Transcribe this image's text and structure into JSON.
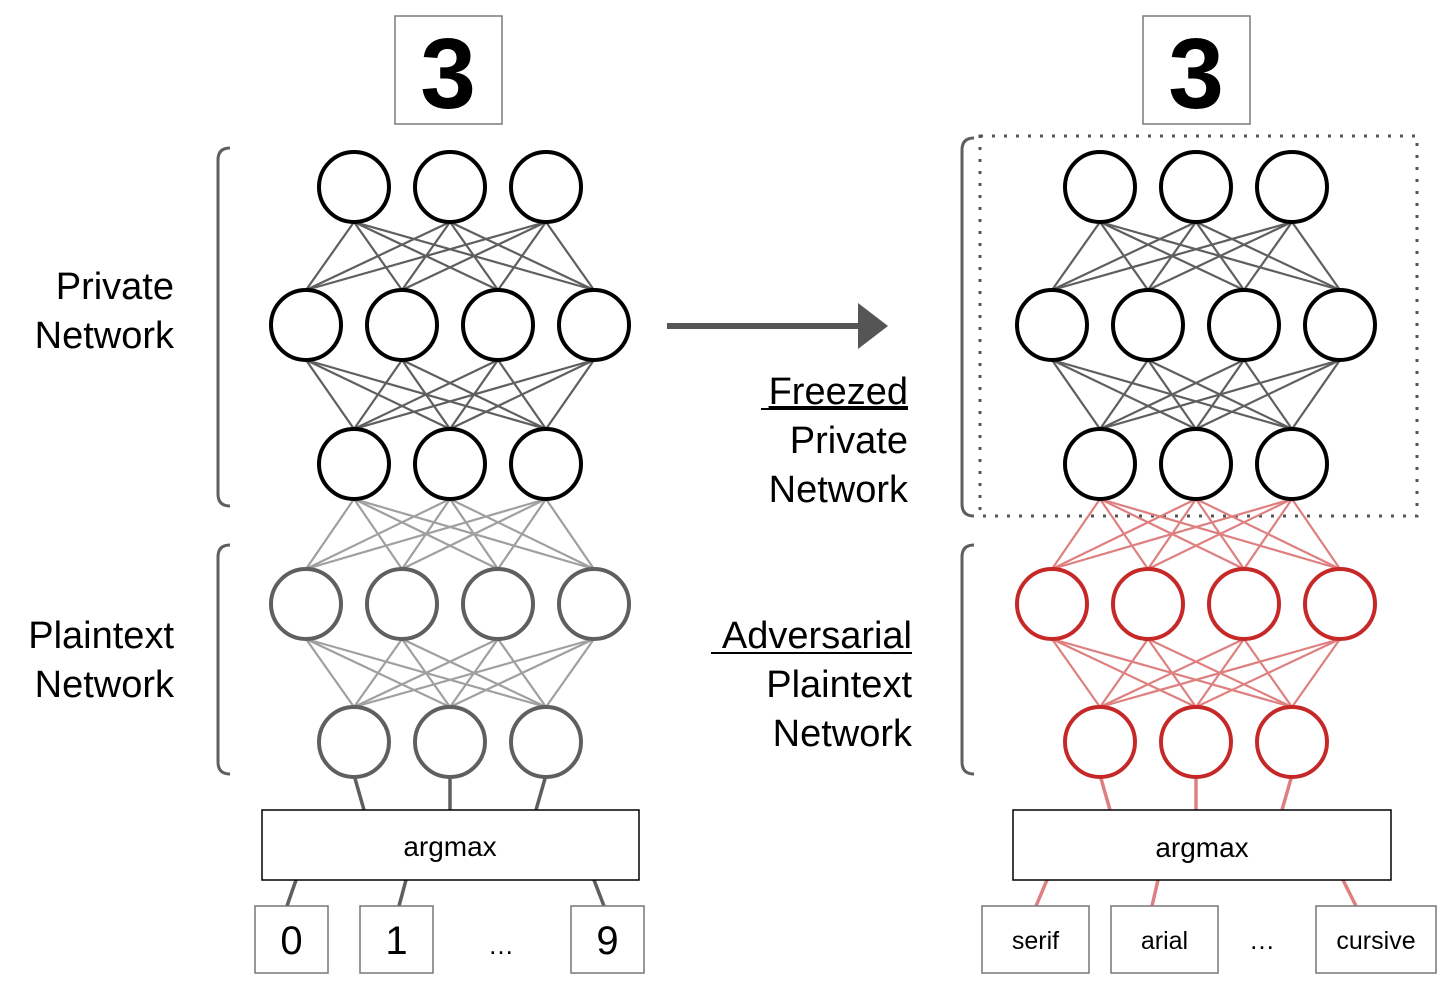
{
  "left": {
    "input_digit": "3",
    "private_label": [
      "Private",
      "Network"
    ],
    "plaintext_label": [
      "Plaintext",
      "Network"
    ],
    "argmax": "argmax",
    "outputs": [
      "0",
      "1",
      "…",
      "9"
    ]
  },
  "right": {
    "input_digit": "3",
    "freezed_label": [
      "Freezed",
      "Private",
      "Network"
    ],
    "adversarial_label": [
      "Adversarial",
      "Plaintext",
      "Network"
    ],
    "argmax": "argmax",
    "outputs": [
      "serif",
      "arial",
      "…",
      "cursive"
    ]
  },
  "colors": {
    "node_dark": "#000000",
    "node_gray": "#5f5f5f",
    "edge_dark": "#5f5f5f",
    "edge_light": "#a0a0a0",
    "adversarial": "#c62828",
    "adversarial_edge": "#de8080",
    "arrow": "#555555"
  }
}
